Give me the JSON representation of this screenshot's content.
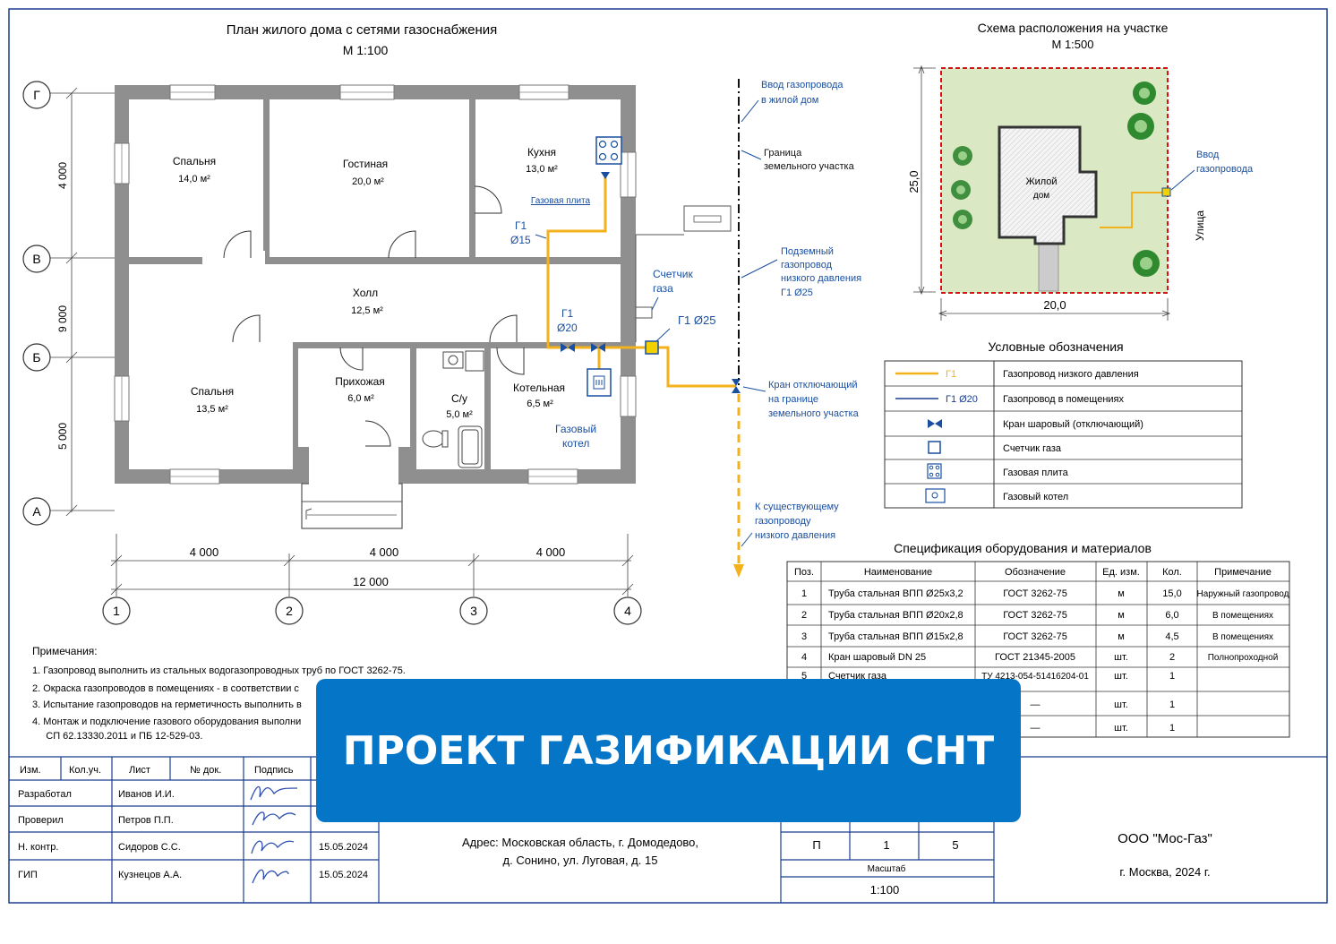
{
  "plan": {
    "title": "План жилого дома с сетями газоснабжения",
    "scale": "М 1:100",
    "axes_letters": [
      "Г",
      "В",
      "Б",
      "А"
    ],
    "axes_numbers": [
      "1",
      "2",
      "3",
      "4"
    ],
    "dims_left": [
      "4 000",
      "9 000",
      "5 000"
    ],
    "dims_bottom": [
      "4 000",
      "4 000",
      "4 000"
    ],
    "dim_total": "12 000",
    "rooms": [
      {
        "name": "Спальня",
        "area": "14,0 м²"
      },
      {
        "name": "Гостиная",
        "area": "20,0 м²"
      },
      {
        "name": "Кухня",
        "area": "13,0 м²"
      },
      {
        "name": "Холл",
        "area": "12,5 м²"
      },
      {
        "name": "Спальня",
        "area": "13,5 м²"
      },
      {
        "name": "Прихожая",
        "area": "6,0 м²"
      },
      {
        "name": "С/у",
        "area": "5,0 м²"
      },
      {
        "name": "Котельная",
        "area": "6,5 м²"
      }
    ],
    "gas_stove_label": "Газовая плита",
    "pipe_g1_15": [
      "Г1",
      "Ø15"
    ],
    "pipe_g1_20": [
      "Г1",
      "Ø20"
    ],
    "pipe_g1_25": "Г1 Ø25",
    "meter_label": [
      "Счетчик",
      "газа"
    ],
    "boiler_label": [
      "Газовый",
      "котел"
    ],
    "callouts": {
      "entry": [
        "Ввод газопровода",
        "в жилой дом"
      ],
      "boundary": [
        "Граница",
        "земельного участка"
      ],
      "underground": [
        "Подземный",
        "газопровод",
        "низкого давления",
        "Г1 Ø25"
      ],
      "valve": [
        "Кран отключающий",
        "на границе",
        "земельного участка"
      ],
      "existing": [
        "К существующему",
        "газопроводу",
        "низкого давления"
      ]
    }
  },
  "site": {
    "title": "Схема расположения на участке",
    "scale": "М 1:500",
    "house": [
      "Жилой",
      "дом"
    ],
    "entry": [
      "Ввод",
      "газопровода"
    ],
    "street": "Улица",
    "dim_w": "20,0",
    "dim_h": "25,0"
  },
  "legend": {
    "title": "Условные обозначения",
    "rows": [
      {
        "code": "Г1",
        "text": "Газопровод низкого давления"
      },
      {
        "code": "Г1 Ø20",
        "text": "Газопровод в помещениях"
      },
      {
        "code": "",
        "text": "Кран шаровый (отключающий)"
      },
      {
        "code": "",
        "text": "Счетчик газа"
      },
      {
        "code": "",
        "text": "Газовая плита"
      },
      {
        "code": "",
        "text": "Газовый котел"
      }
    ]
  },
  "spec": {
    "title": "Спецификация оборудования и материалов",
    "headers": [
      "Поз.",
      "Наименование",
      "Обозначение",
      "Ед. изм.",
      "Кол.",
      "Примечание"
    ],
    "rows": [
      [
        "1",
        "Труба стальная ВПП Ø25х3,2",
        "ГОСТ 3262-75",
        "м",
        "15,0",
        "Наружный газопровод"
      ],
      [
        "2",
        "Труба стальная ВПП Ø20х2,8",
        "ГОСТ 3262-75",
        "м",
        "6,0",
        "В помещениях"
      ],
      [
        "3",
        "Труба стальная ВПП Ø15х2,8",
        "ГОСТ 3262-75",
        "м",
        "4,5",
        "В помещениях"
      ],
      [
        "4",
        "Кран шаровый DN 25",
        "ГОСТ 21345-2005",
        "шт.",
        "2",
        "Полнопроходной"
      ],
      [
        "5",
        "Счетчик газа",
        "ТУ 4213-054-51416204-01",
        "шт.",
        "1",
        ""
      ],
      [
        "",
        "",
        "—",
        "шт.",
        "1",
        ""
      ],
      [
        "",
        "",
        "—",
        "шт.",
        "1",
        ""
      ]
    ]
  },
  "notes": {
    "title": "Примечания:",
    "items": [
      "1.  Газопровод выполнить из стальных водогазопроводных труб по ГОСТ 3262-75.",
      "2.  Окраска газопроводов в помещениях - в соответствии с ",
      "3.  Испытание газопроводов на герметичность выполнить в ",
      "4.  Монтаж и подключение газового оборудования выполни",
      "     СП 62.13330.2011 и ПБ 12-529-03."
    ]
  },
  "stamp": {
    "headers": [
      "Изм.",
      "Кол.уч.",
      "Лист",
      "№ док.",
      "Подпись"
    ],
    "rows": [
      {
        "role": "Разработал",
        "name": "Иванов И.И.",
        "date": ""
      },
      {
        "role": "Проверил",
        "name": "Петров П.П.",
        "date": ""
      },
      {
        "role": "Н. контр.",
        "name": "Сидоров С.С.",
        "date": "15.05.2024"
      },
      {
        "role": "ГИП",
        "name": "Кузнецов А.А.",
        "date": "15.05.2024"
      }
    ],
    "address": [
      "Адрес: Московская область, г. Домодедово,",
      "д. Сонино, ул. Луговая, д. 15"
    ],
    "stage": "П",
    "sheet": "1",
    "sheets": "5",
    "scale_label": "Масштаб",
    "scale": "1:100",
    "org": "ООО \"Мос-Газ\"",
    "city": "г. Москва, 2024 г."
  },
  "banner": "ПРОЕКТ ГАЗИФИКАЦИИ СНТ",
  "colors": {
    "gas": "#f3b21b",
    "blue": "#1a4fa0",
    "wall": "#888888",
    "banner": "#0575c8"
  }
}
